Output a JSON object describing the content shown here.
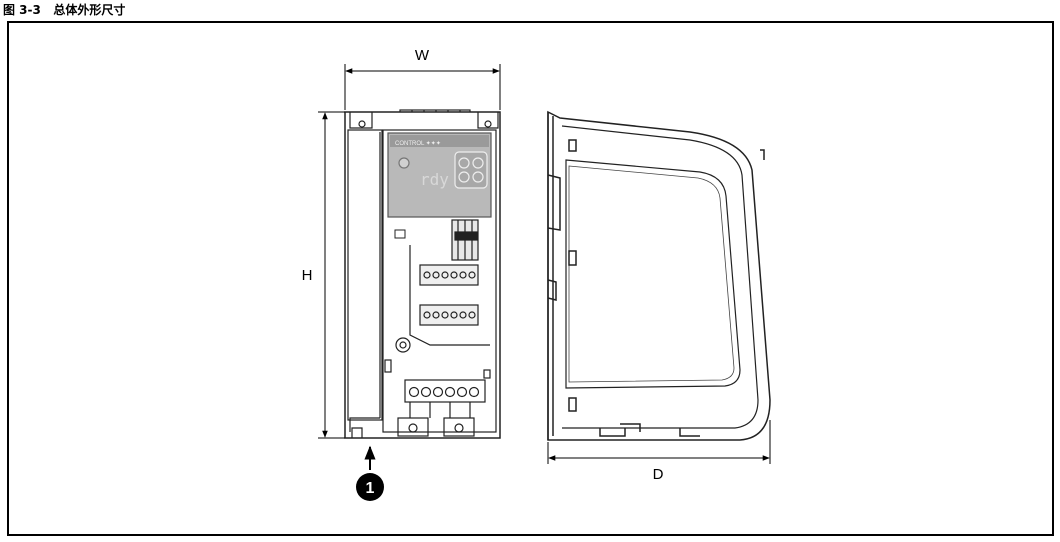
{
  "figure": {
    "caption": "图 3-3   总体外形尺寸"
  },
  "dimensions": {
    "width_label": "W",
    "height_label": "H",
    "depth_label": "D"
  },
  "callout": {
    "number": "1"
  }
}
